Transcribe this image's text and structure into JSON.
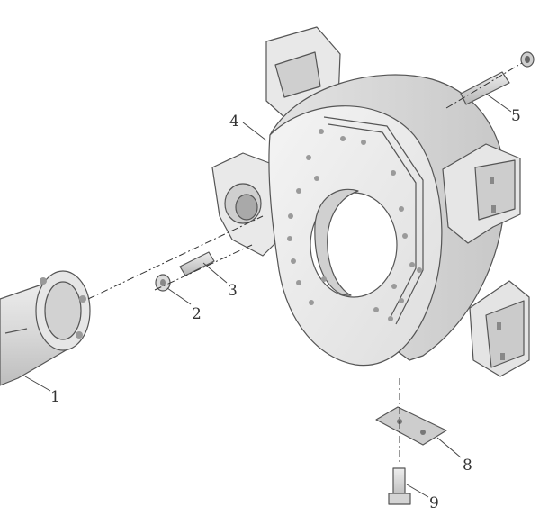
{
  "diagram": {
    "callouts": [
      {
        "id": "callout-1",
        "label": "1"
      },
      {
        "id": "callout-2",
        "label": "2"
      },
      {
        "id": "callout-3",
        "label": "3"
      },
      {
        "id": "callout-4",
        "label": "4"
      },
      {
        "id": "callout-5",
        "label": "5"
      },
      {
        "id": "callout-8",
        "label": "8"
      },
      {
        "id": "callout-9",
        "label": "9"
      }
    ]
  },
  "colors": {
    "background": "#ffffff",
    "part_light": "#f2f2f2",
    "part_mid": "#dcdcdc",
    "part_dark": "#bdbdbd",
    "outline": "#555555"
  }
}
